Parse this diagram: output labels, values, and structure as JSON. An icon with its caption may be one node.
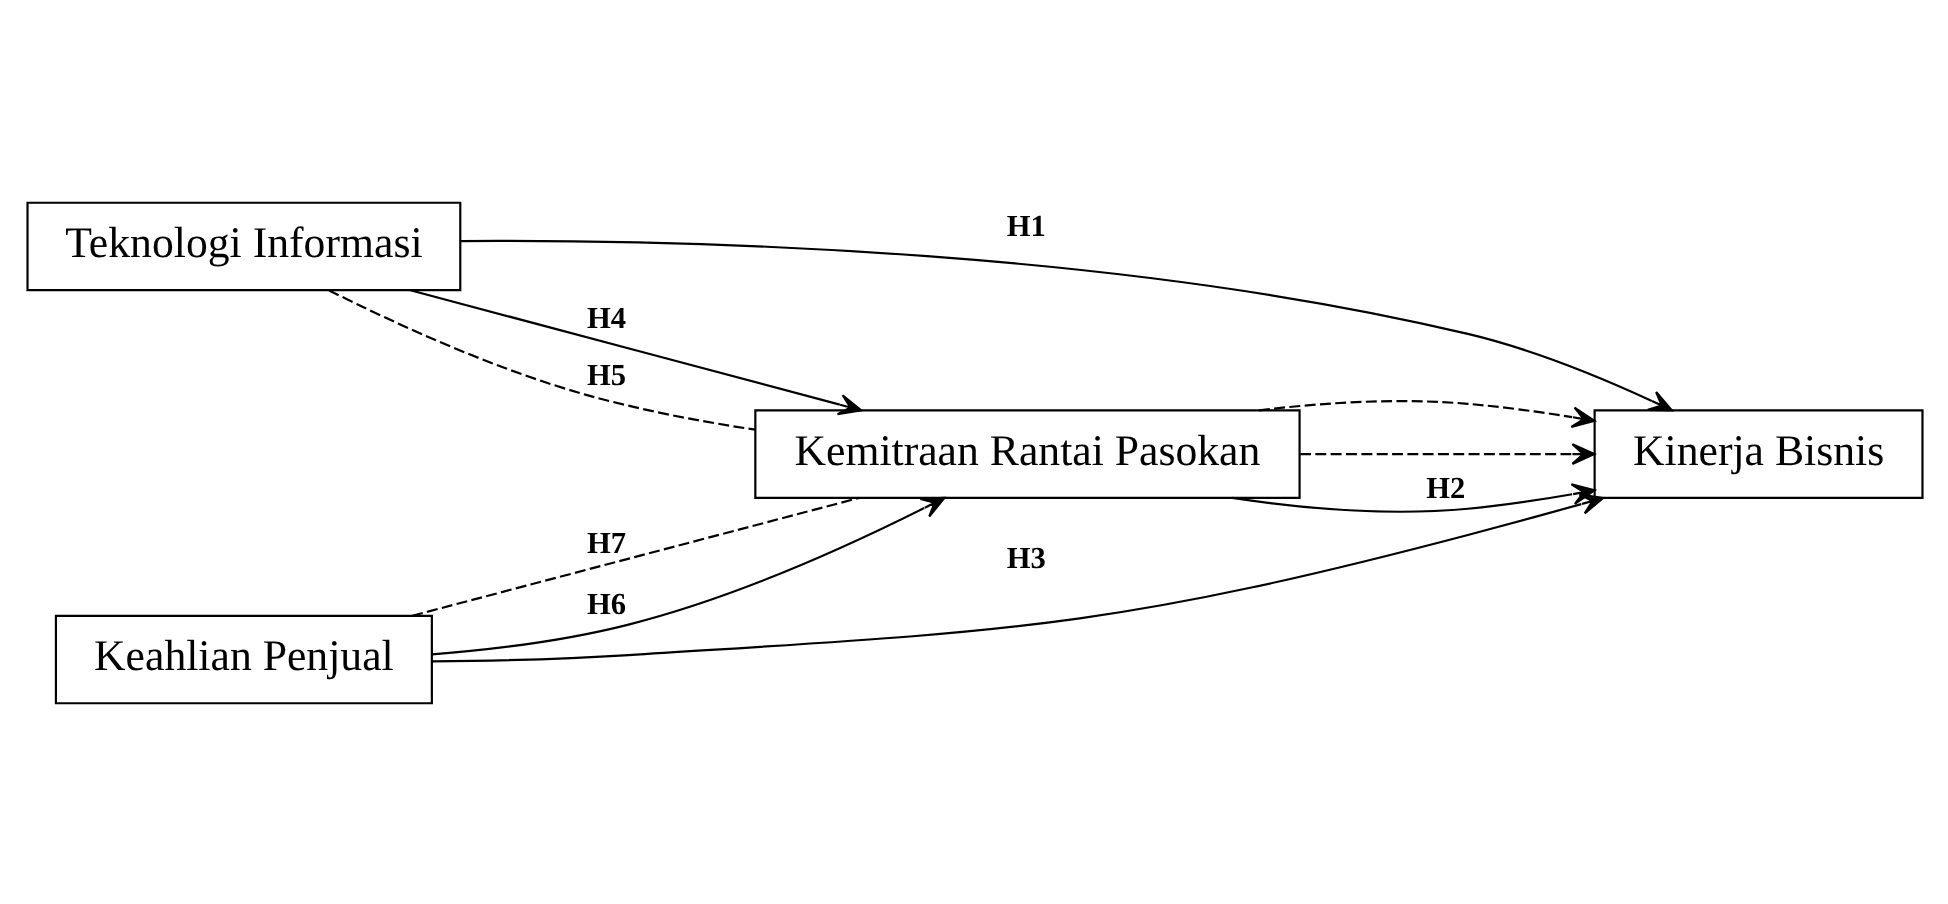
{
  "diagram": {
    "nodes": [
      {
        "text": [
          "Teknologi Informasi"
        ]
      },
      {
        "text": [
          "Kemitraan Rantai Pasokan"
        ]
      },
      {
        "text": [
          "Kinerja Bisnis"
        ]
      },
      {
        "text": [
          "Keahlian Penjual"
        ]
      }
    ],
    "edges": [
      {
        "from": 0,
        "to": 2,
        "arrow": "to",
        "label": "H1"
      },
      {
        "from": 0,
        "to": 1,
        "arrow": "to",
        "label": "H4"
      },
      {
        "from": 0,
        "to": 1,
        "arrow": "none",
        "label": "H5",
        "style": "dashed"
      },
      {
        "from": 1,
        "to": 2,
        "arrow": "to",
        "style": "dashed"
      },
      {
        "from": 1,
        "to": 2,
        "arrow": "to",
        "label": "H2"
      },
      {
        "from": 1,
        "to": 2,
        "arrow": "to",
        "style": "dashed"
      },
      {
        "from": 3,
        "to": 1,
        "arrow": "none",
        "label": "H7",
        "style": "dashed"
      },
      {
        "from": 3,
        "to": 1,
        "arrow": "to",
        "label": "H6"
      },
      {
        "from": 3,
        "to": 2,
        "arrow": "to",
        "label": "H3"
      }
    ]
  }
}
